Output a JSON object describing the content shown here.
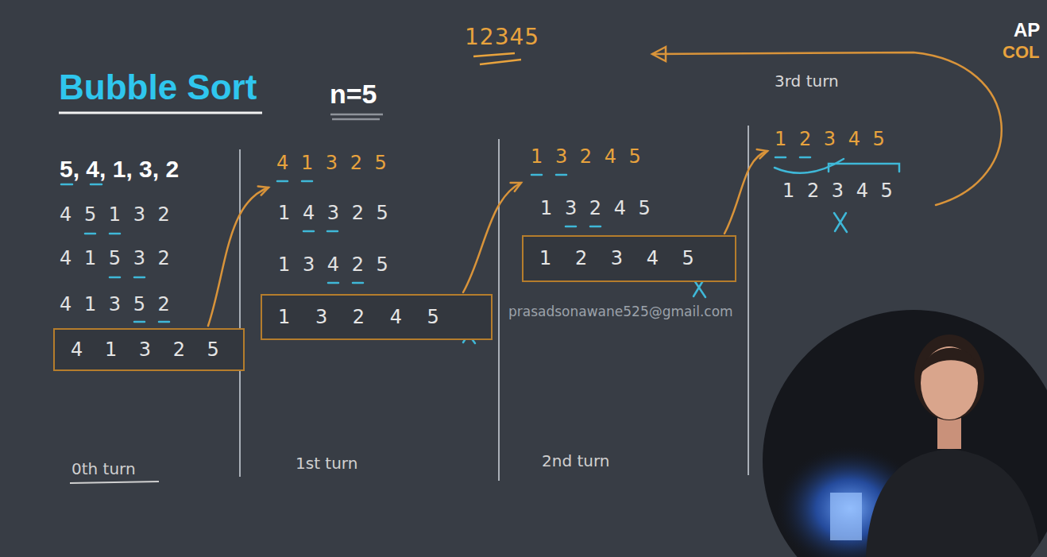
{
  "diagram": {
    "title": "Bubble Sort",
    "nodes": [
      {
        "text": [
          "4 1 3 2 5"
        ]
      },
      {
        "text": [
          "1 3 2 4 5"
        ]
      },
      {
        "text": [
          "1 2 3 4 5"
        ]
      }
    ],
    "labels": [
      "n=5",
      "12345",
      "3rd turn",
      "AP",
      "COL",
      "5, 4, 1, 3, 2",
      "4 5 1 3 2",
      "4 1 5 3 2",
      "4 1 3 5 2",
      "0th turn",
      "4 1 3 2 5",
      "1 4 3 2 5",
      "1 3 4 2 5",
      "1st turn",
      "1 3 2 4 5",
      "1 3 2 4 5",
      "2nd turn",
      "1 2 3 4 5",
      "1 2 3 4 5",
      "prasadsonawane525@gmail.com"
    ]
  }
}
